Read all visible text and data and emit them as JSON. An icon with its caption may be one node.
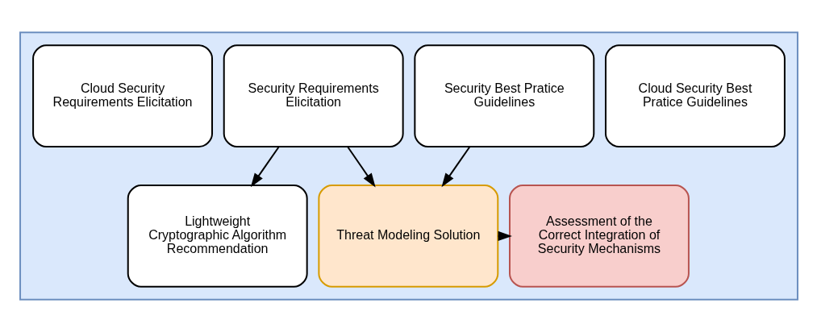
{
  "diagram": {
    "nodes": [
      {
        "text": [],
        "shape": "box"
      },
      {
        "text": [
          "Cloud Security Requirements Elicitation"
        ],
        "in": 0
      },
      {
        "text": [
          "Security Requirements Elicitation"
        ],
        "in": 0
      },
      {
        "text": [
          "Security Best Pratice Guidelines"
        ],
        "in": 0
      },
      {
        "text": [
          "Cloud Security Best Pratice Guidelines"
        ],
        "in": 0
      },
      {
        "text": [
          "Lightweight Cryptographic Algorithm Recommendation"
        ],
        "in": 0
      },
      {
        "text": [
          "Threat Modeling Solution"
        ],
        "in": 0
      },
      {
        "text": [
          "Assessment of the Correct Integration of Security Mechanisms"
        ],
        "in": 0
      }
    ],
    "edges": [
      {
        "from": 2,
        "to": 5,
        "arrow": "to"
      },
      {
        "from": 2,
        "to": 6,
        "arrow": "to"
      },
      {
        "from": 3,
        "to": 6,
        "arrow": "to"
      },
      {
        "from": 6,
        "to": 7,
        "arrow": "to"
      }
    ]
  }
}
